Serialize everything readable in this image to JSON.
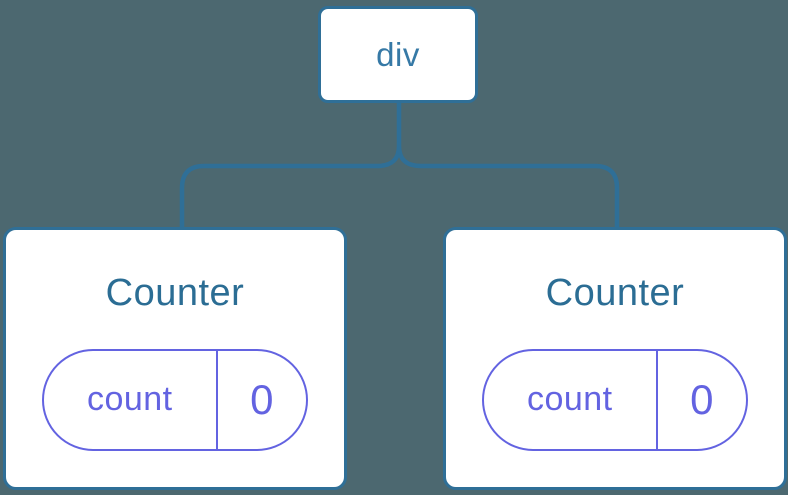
{
  "diagram": {
    "root": {
      "label": "div"
    },
    "children": [
      {
        "title": "Counter",
        "state": {
          "key": "count",
          "value": "0"
        }
      },
      {
        "title": "Counter",
        "state": {
          "key": "count",
          "value": "0"
        }
      }
    ],
    "colors": {
      "background": "#4C6870",
      "connector": "#2F6F97",
      "node_border": "#2F6F97",
      "node_fill": "#FFFFFF",
      "root_label": "#3679A6",
      "component_title": "#2B6D94",
      "state_pill": "#6363E1"
    }
  }
}
